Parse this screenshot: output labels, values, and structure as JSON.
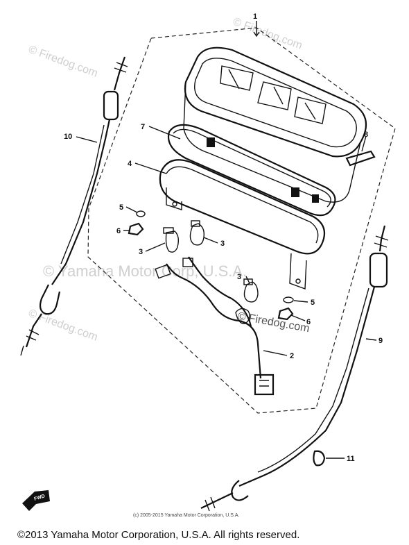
{
  "watermarks": {
    "firedog_top_left": "© Firedog.com",
    "firedog_top_right": "© Firedog.com",
    "firedog_mid_left": "© Firedog.com",
    "firedog_center": "© Firedog.com",
    "yamaha_mid": "© Yamaha Motor Corp, U.S.A."
  },
  "callouts": {
    "c1": "1",
    "c2": "2",
    "c3a": "3",
    "c3b": "3",
    "c3c": "3",
    "c4": "4",
    "c5a": "5",
    "c5b": "5",
    "c6a": "6",
    "c6b": "6",
    "c7": "7",
    "c8": "8",
    "c9": "9",
    "c10": "10",
    "c11": "11"
  },
  "arrow_label": "FWD",
  "small_copyright": "(c) 2005-2015 Yamaha Motor Corporation, U.S.A.",
  "copyright": "©2013 Yamaha Motor Corporation, U.S.A. All rights reserved."
}
